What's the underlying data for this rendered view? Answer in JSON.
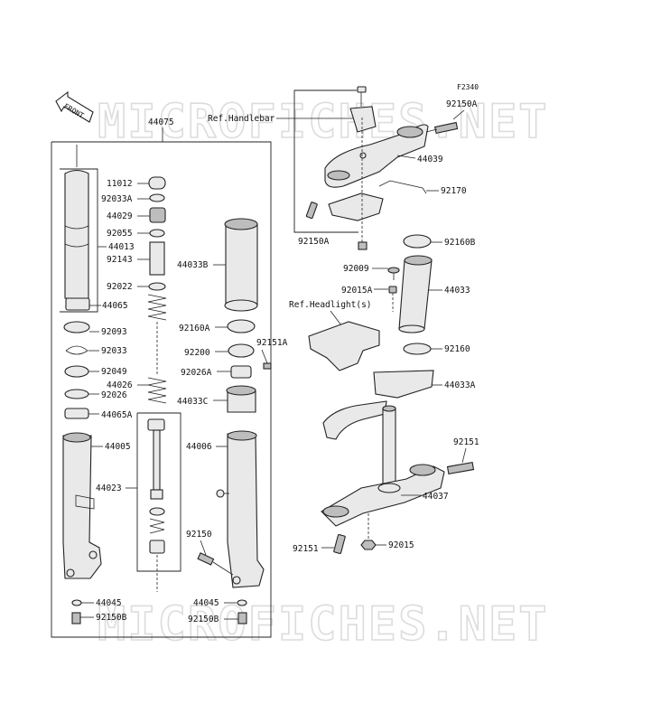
{
  "figure_id": "F2340",
  "watermark": "MICROFICHES.NET",
  "front_badge": "FRONT",
  "refs": {
    "handlebar": "Ref.Handlebar",
    "headlight": "Ref.Headlight(s)"
  },
  "labels": {
    "l44075": "44075",
    "l11012": "11012",
    "l92033A": "92033A",
    "l44029": "44029",
    "l44013": "44013",
    "l92055": "92055",
    "l92143": "92143",
    "l92022": "92022",
    "l44065": "44065",
    "l92093": "92093",
    "l92033": "92033",
    "l92049": "92049",
    "l44026": "44026",
    "l92026": "92026",
    "l44065A": "44065A",
    "l44005": "44005",
    "l44023": "44023",
    "l44045a": "44045",
    "l92150Ba": "92150B",
    "l44033B": "44033B",
    "l92160A": "92160A",
    "l92200": "92200",
    "l92151A": "92151A",
    "l92026A": "92026A",
    "l44033C": "44033C",
    "l44006": "44006",
    "l92150": "92150",
    "l44045b": "44045",
    "l92150Bb": "92150B",
    "l92150A_top": "92150A",
    "l44039": "44039",
    "l92170": "92170",
    "l92150A_bot": "92150A",
    "l92160B": "92160B",
    "l92009": "92009",
    "l92015A": "92015A",
    "l44033": "44033",
    "l92160": "92160",
    "l44033A": "44033A",
    "l92151a": "92151",
    "l44037": "44037",
    "l92151b": "92151",
    "l92015": "92015"
  }
}
